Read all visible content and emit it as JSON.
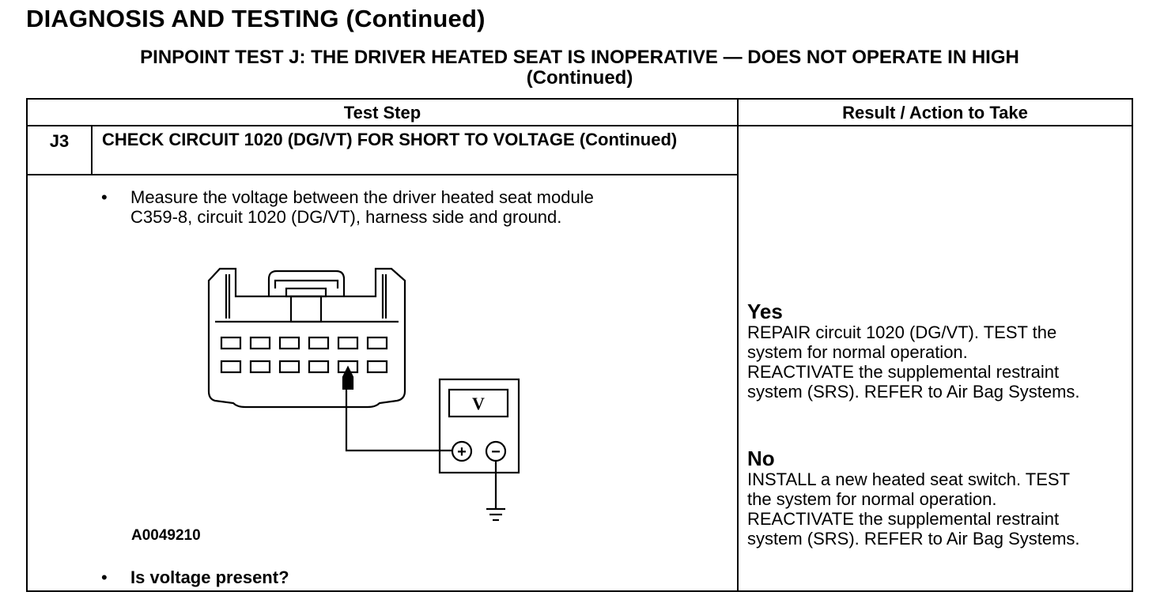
{
  "page": {
    "title": "DIAGNOSIS AND TESTING (Continued)"
  },
  "test": {
    "title_line1": "PINPOINT TEST  J: THE DRIVER HEATED SEAT IS INOPERATIVE — DOES NOT OPERATE IN HIGH",
    "title_line2": "(Continued)"
  },
  "table": {
    "headers": {
      "test_step": "Test Step",
      "result": "Result / Action to Take"
    },
    "step": {
      "id": "J3",
      "title": "CHECK CIRCUIT 1020 (DG/VT) FOR SHORT TO VOLTAGE (Continued)",
      "bullet_char": "•",
      "bullet1_line1": "Measure the voltage between the driver heated seat module",
      "bullet1_line2": "C359-8, circuit 1020 (DG/VT), harness side and ground.",
      "figure_id": "A0049210",
      "meter_label": "V",
      "meter_plus": "+",
      "meter_minus": "−",
      "bullet2": "Is voltage present?"
    },
    "results": {
      "yes": {
        "head": "Yes",
        "lines": [
          "REPAIR circuit 1020 (DG/VT). TEST the",
          "system for normal operation.",
          "REACTIVATE the supplemental restraint",
          "system (SRS). REFER to Air Bag Systems."
        ]
      },
      "no": {
        "head": "No",
        "lines": [
          "INSTALL a new heated seat switch. TEST",
          "the system for normal operation.",
          "REACTIVATE the supplemental restraint",
          "system (SRS). REFER to Air Bag Systems."
        ]
      }
    }
  },
  "icons": {
    "connector": "harness-connector-c359-icon",
    "meter": "voltmeter-icon",
    "ground": "ground-symbol-icon"
  }
}
